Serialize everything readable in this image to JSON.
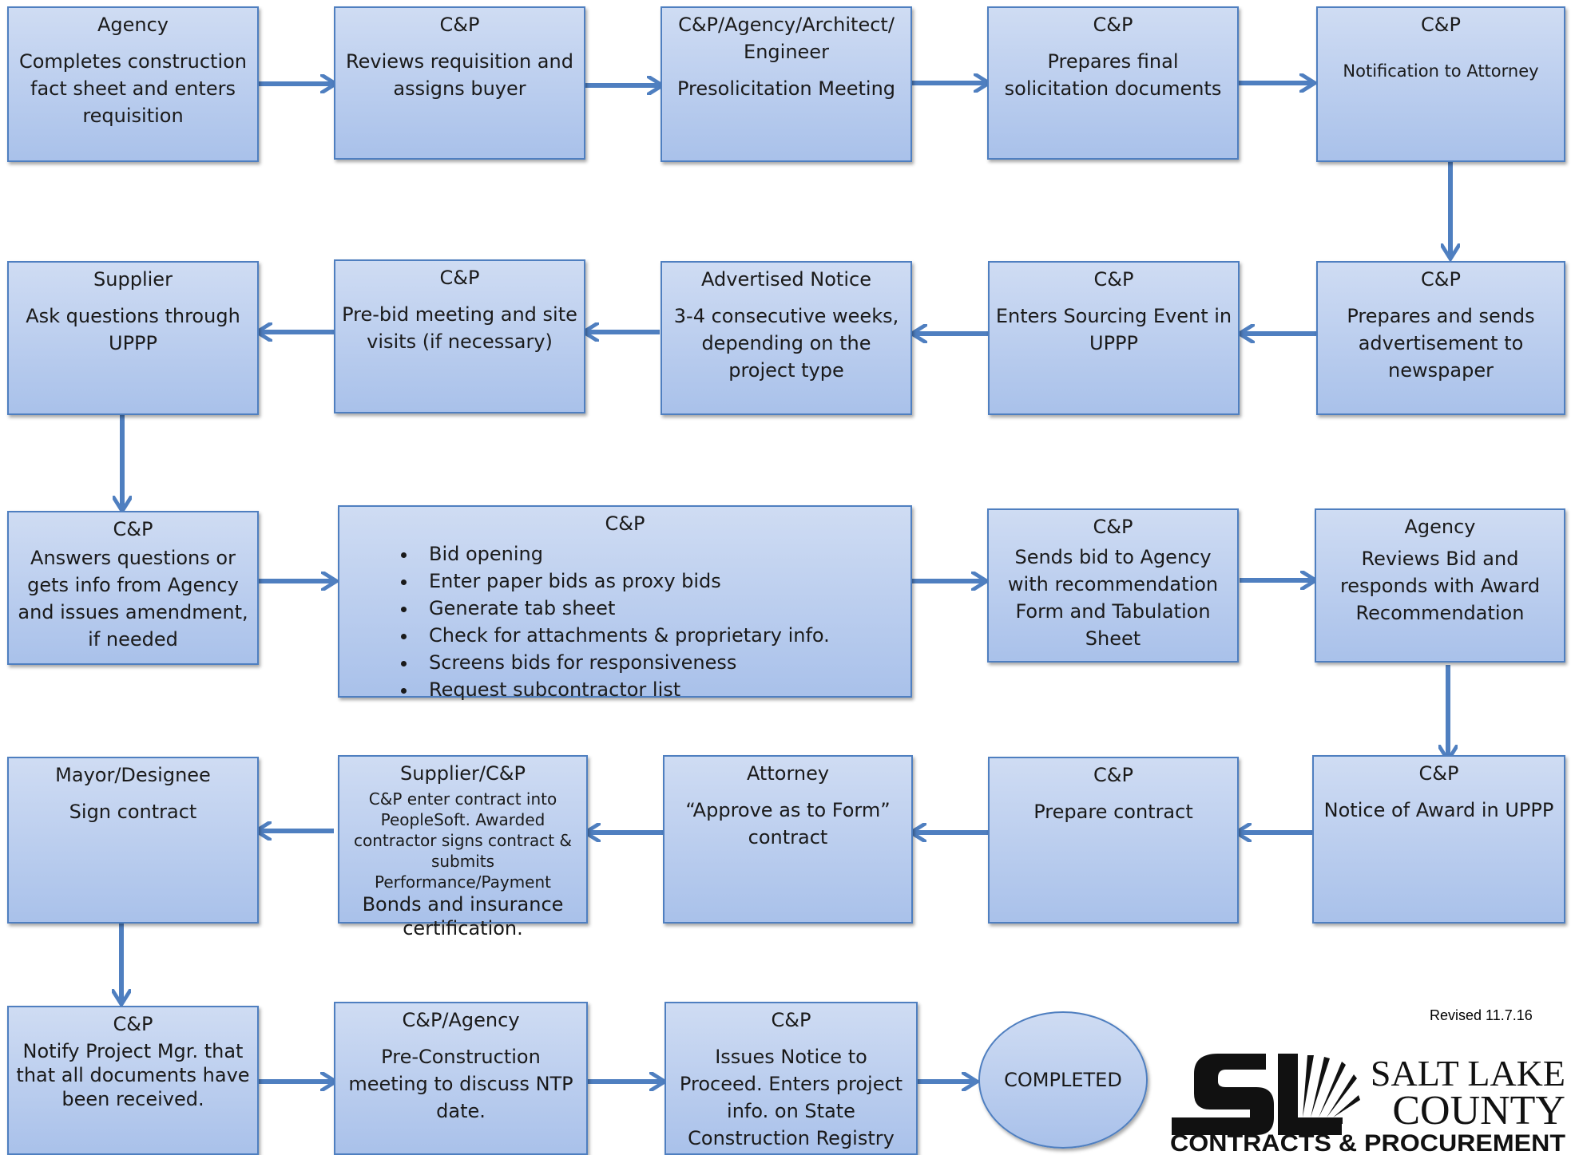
{
  "steps": {
    "s1": {
      "role": "Agency",
      "text": "Completes construction fact sheet and enters requisition"
    },
    "s2": {
      "role": "C&P",
      "text": "Reviews requisition and assigns buyer"
    },
    "s3": {
      "role": "C&P/Agency/Architect/ Engineer",
      "text": "Presolicitation Meeting"
    },
    "s4": {
      "role": "C&P",
      "text": "Prepares final solicitation documents"
    },
    "s5": {
      "role": "C&P",
      "text": "Notification to Attorney"
    },
    "s6": {
      "role": "C&P",
      "text": "Prepares and sends advertisement to newspaper"
    },
    "s7": {
      "role": "C&P",
      "text": "Enters Sourcing Event in UPPP"
    },
    "s8": {
      "role": "Advertised Notice",
      "text": "3-4 consecutive weeks, depending on the project type"
    },
    "s9": {
      "role": "C&P",
      "text": "Pre-bid meeting and site visits (if necessary)"
    },
    "s10": {
      "role": "Supplier",
      "text": "Ask questions through UPPP"
    },
    "s11": {
      "role": "C&P",
      "text": "Answers questions or gets info from Agency and issues amendment, if needed"
    },
    "s12": {
      "role": "C&P",
      "bullets": [
        "Bid opening",
        "Enter paper bids as proxy bids",
        "Generate tab sheet",
        "Check for attachments & proprietary info.",
        "Screens bids for responsiveness",
        "Request subcontractor list"
      ]
    },
    "s13": {
      "role": "C&P",
      "text": "Sends bid to Agency with recommendation Form and Tabulation Sheet"
    },
    "s14": {
      "role": "Agency",
      "text": "Reviews Bid and responds with Award Recommendation"
    },
    "s15": {
      "role": "C&P",
      "text": "Notice of Award in UPPP"
    },
    "s16": {
      "role": "C&P",
      "text": "Prepare contract"
    },
    "s17": {
      "role": "Attorney",
      "text": "“Approve as to Form” contract"
    },
    "s18": {
      "role": "Supplier/C&P",
      "text": "C&P enter contract into PeopleSoft. Awarded contractor signs contract & submits Performance/Payment",
      "text2": "Bonds and insurance certification."
    },
    "s19": {
      "role": "Mayor/Designee",
      "text": "Sign contract"
    },
    "s20": {
      "role": "C&P",
      "text": "Notify Project Mgr. that that all documents have been received."
    },
    "s21": {
      "role": "C&P/Agency",
      "text": "Pre-Construction meeting to discuss NTP date."
    },
    "s22": {
      "role": "C&P",
      "text": "Issues Notice to Proceed. Enters project info. on State Construction Registry"
    }
  },
  "completed_label": "COMPLETED",
  "revised_note": "Revised 11.7.16",
  "logo": {
    "mark": "SL",
    "line1": "SALT LAKE",
    "line2": "COUNTY",
    "line3": "CONTRACTS & PROCUREMENT"
  },
  "colors": {
    "box_border": "#4f7fc0",
    "box_fill_top": "#cfdcf3",
    "box_fill_bottom": "#a9c1ea",
    "arrow": "#4f7fc0"
  }
}
